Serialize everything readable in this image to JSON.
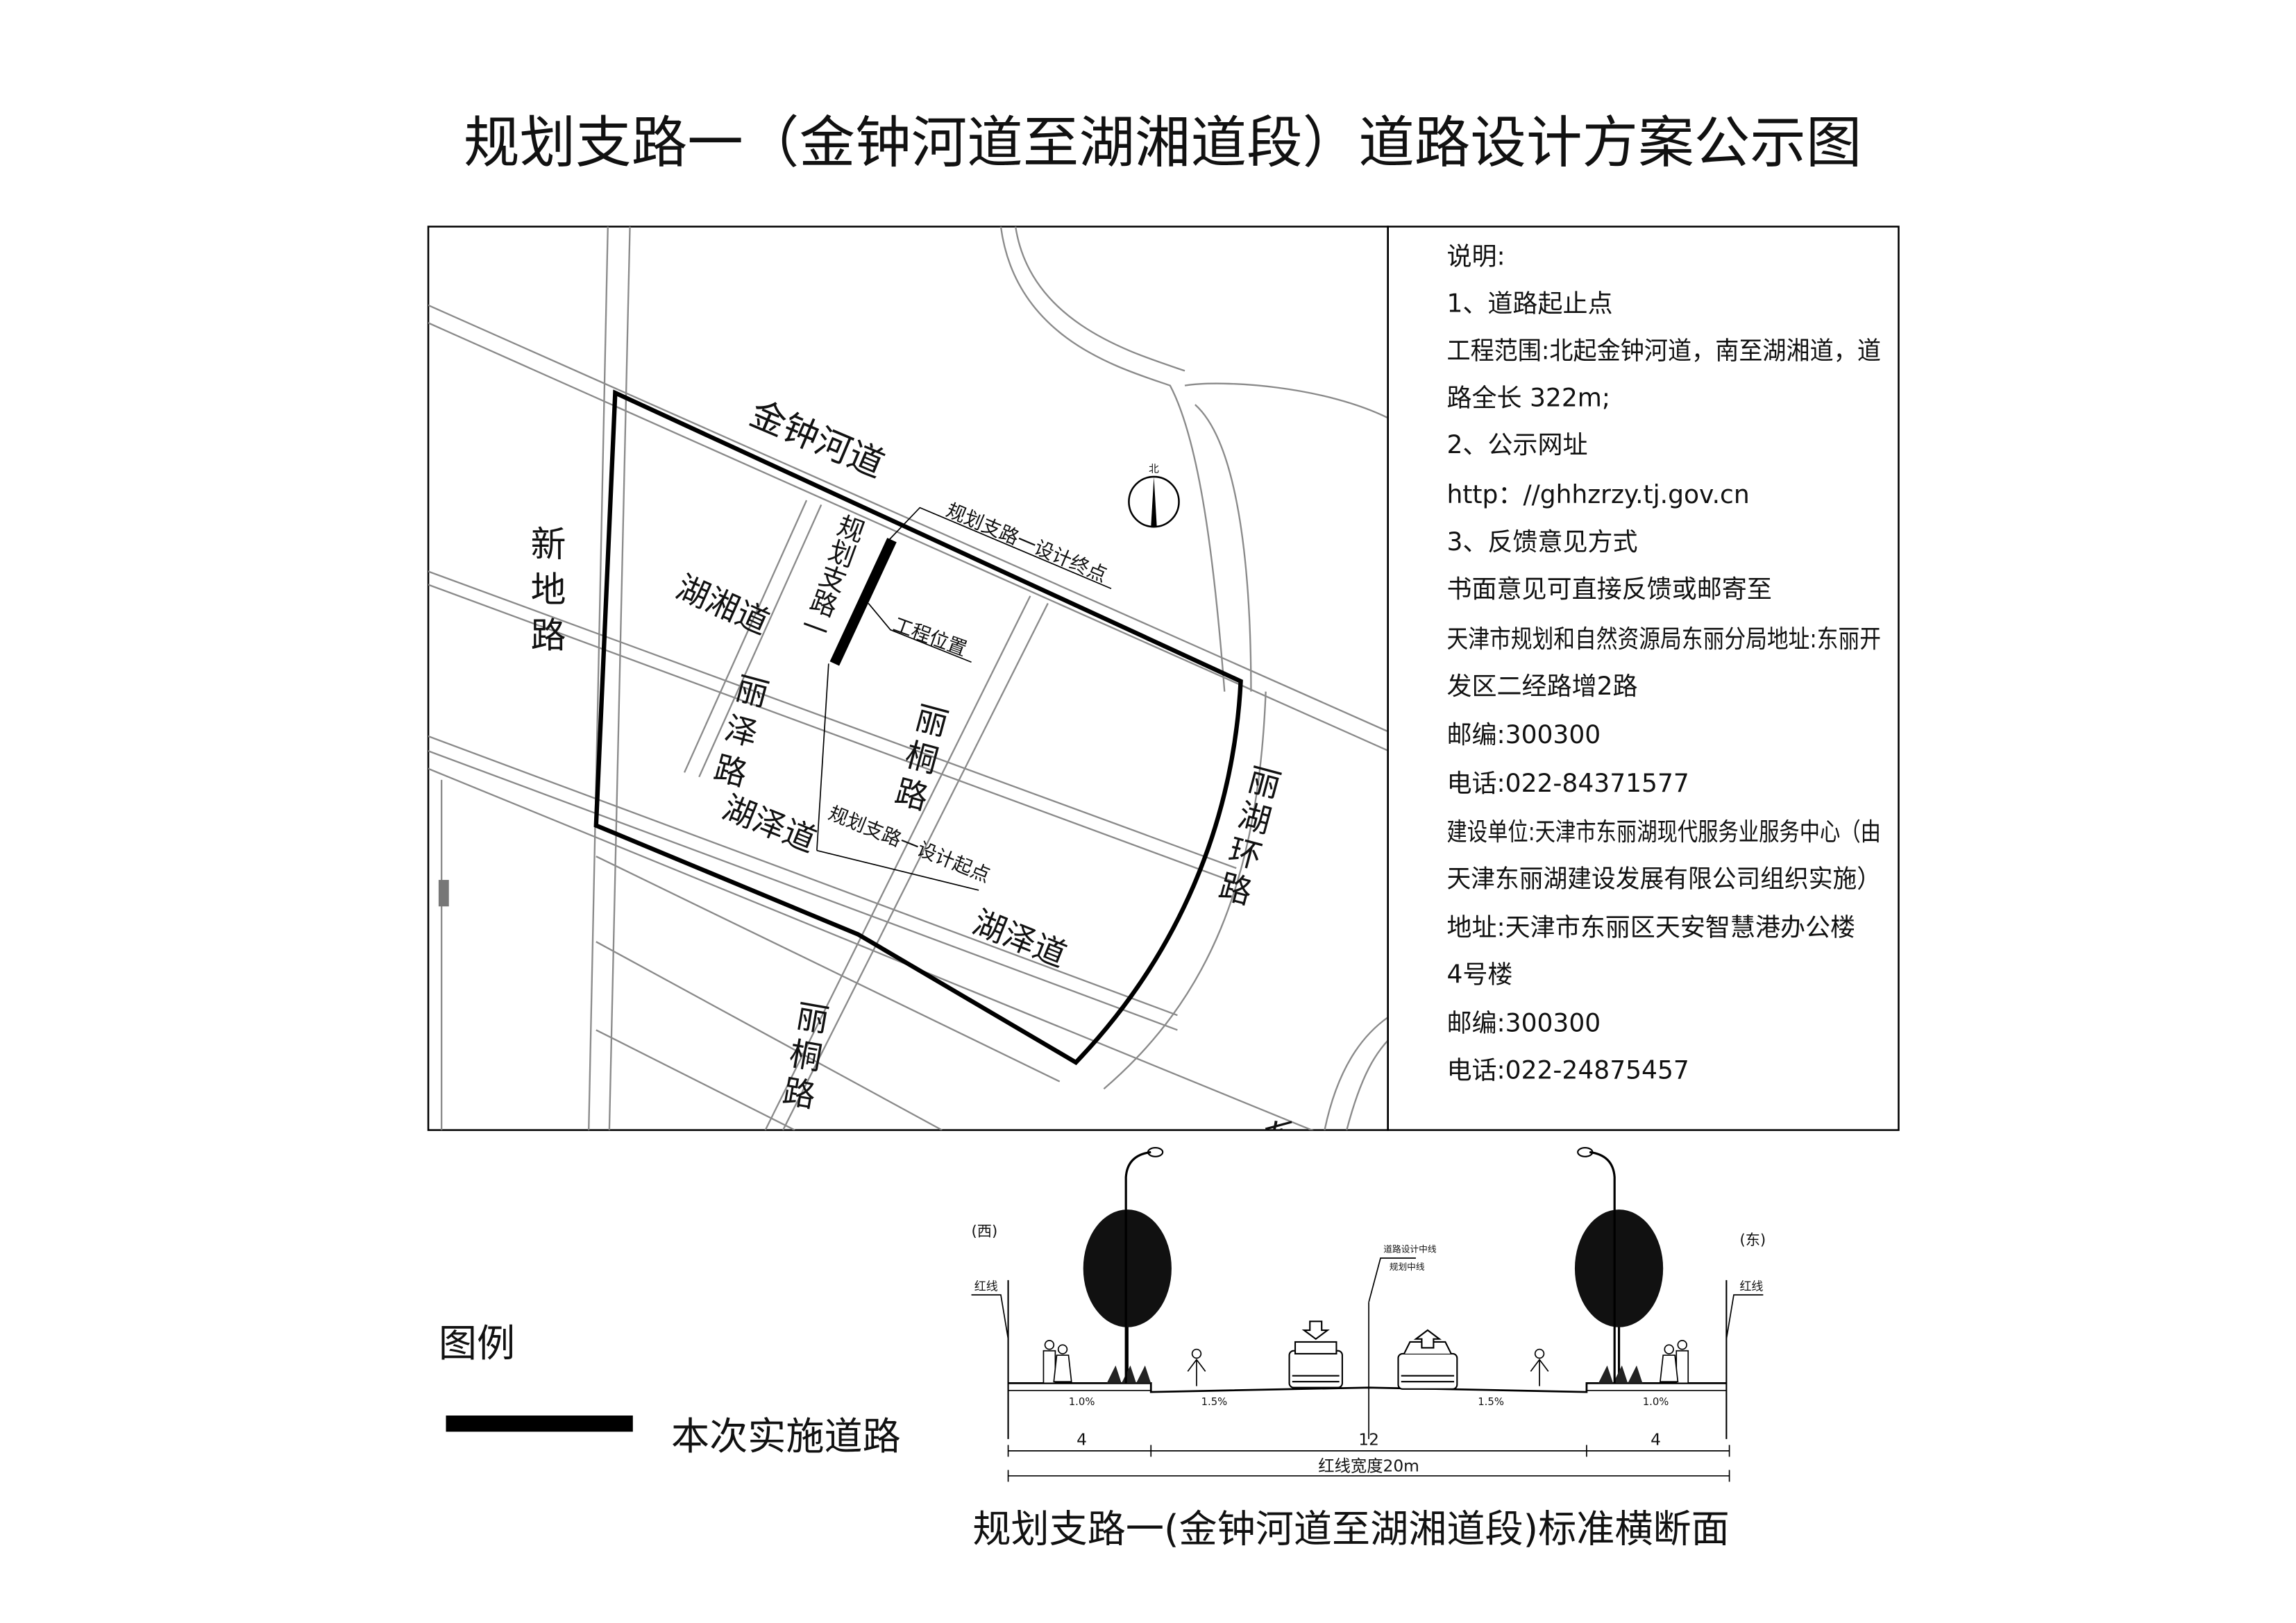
{
  "title": "规划支路一（金钟河道至湖湘道段）道路设计方案公示图",
  "map": {
    "roads": {
      "jinzhonghe": "金钟河道",
      "xindi": "新地路",
      "planned_branch": "规划支路一",
      "huxiang": "湖湘道",
      "lize": "丽泽路",
      "litong": "丽桐路",
      "huze_1": "湖泽道",
      "huze_2": "湖泽道",
      "lihuhuan": "丽湖环路",
      "litong_south": "丽桐路",
      "cut_off_label": "东"
    },
    "annotations": {
      "end_point": "规划支路一设计终点",
      "project_location": "工程位置",
      "start_point": "规划支路一设计起点"
    },
    "compass_label": "北"
  },
  "notes": {
    "lines": [
      "说明:",
      "1、道路起止点",
      "工程范围:北起金钟河道，南至湖湘道，道",
      "路全长 322m;",
      "2、公示网址",
      "http：//ghhzrzy.tj.gov.cn",
      "3、反馈意见方式",
      "书面意见可直接反馈或邮寄至",
      "天津市规划和自然资源局东丽分局地址:东丽开",
      "发区二经路增2路",
      "邮编:300300",
      "电话:022-84371577",
      "建设单位:天津市东丽湖现代服务业服务中心（由",
      "天津东丽湖建设发展有限公司组织实施）",
      "地址:天津市东丽区天安智慧港办公楼",
      "4号楼",
      "邮编:300300",
      "电话:022-24875457"
    ]
  },
  "legend": {
    "title": "图例",
    "items": [
      {
        "label": "本次实施道路",
        "color": "#000000"
      }
    ]
  },
  "cross_section": {
    "caption": "规划支路一(金钟河道至湖湘道段)标准横断面",
    "west": "(西)",
    "east": "(东)",
    "red_line_left": "红线",
    "red_line_right": "红线",
    "centerline_1": "道路设计中线",
    "centerline_2": "规划中线",
    "slopes": [
      "1.0%",
      "1.5%",
      "1.5%",
      "1.0%"
    ],
    "widths": [
      "4",
      "12",
      "4"
    ],
    "total_width": "红线宽度20m"
  }
}
